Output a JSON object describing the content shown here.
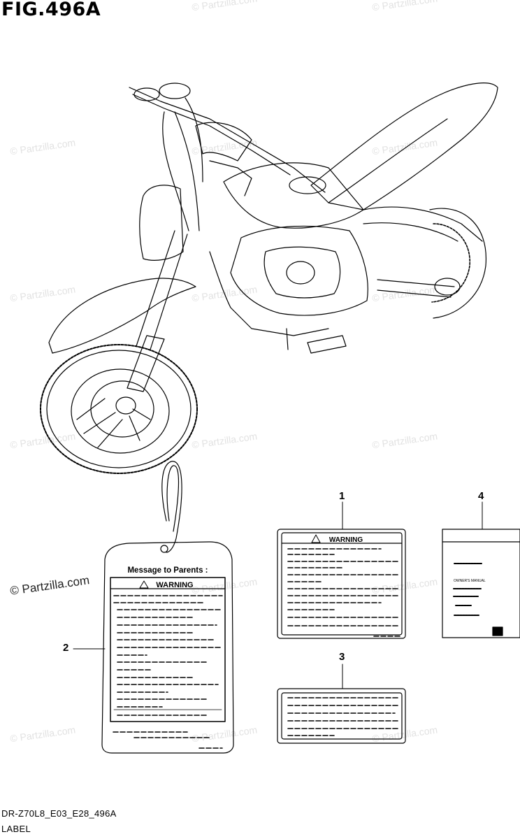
{
  "figure": {
    "title": "FIG.496A"
  },
  "watermark": {
    "text": "© Partzilla.com"
  },
  "callouts": {
    "c1": "1",
    "c2": "2",
    "c3": "3",
    "c4": "4"
  },
  "labels": {
    "tag_heading": "Message to Parents :",
    "warning_word": "WARNING",
    "manual_text": "OWNER'S MANUAL"
  },
  "footer": {
    "code": "DR-Z70L8_E03_E28_496A",
    "caption": "LABEL"
  }
}
